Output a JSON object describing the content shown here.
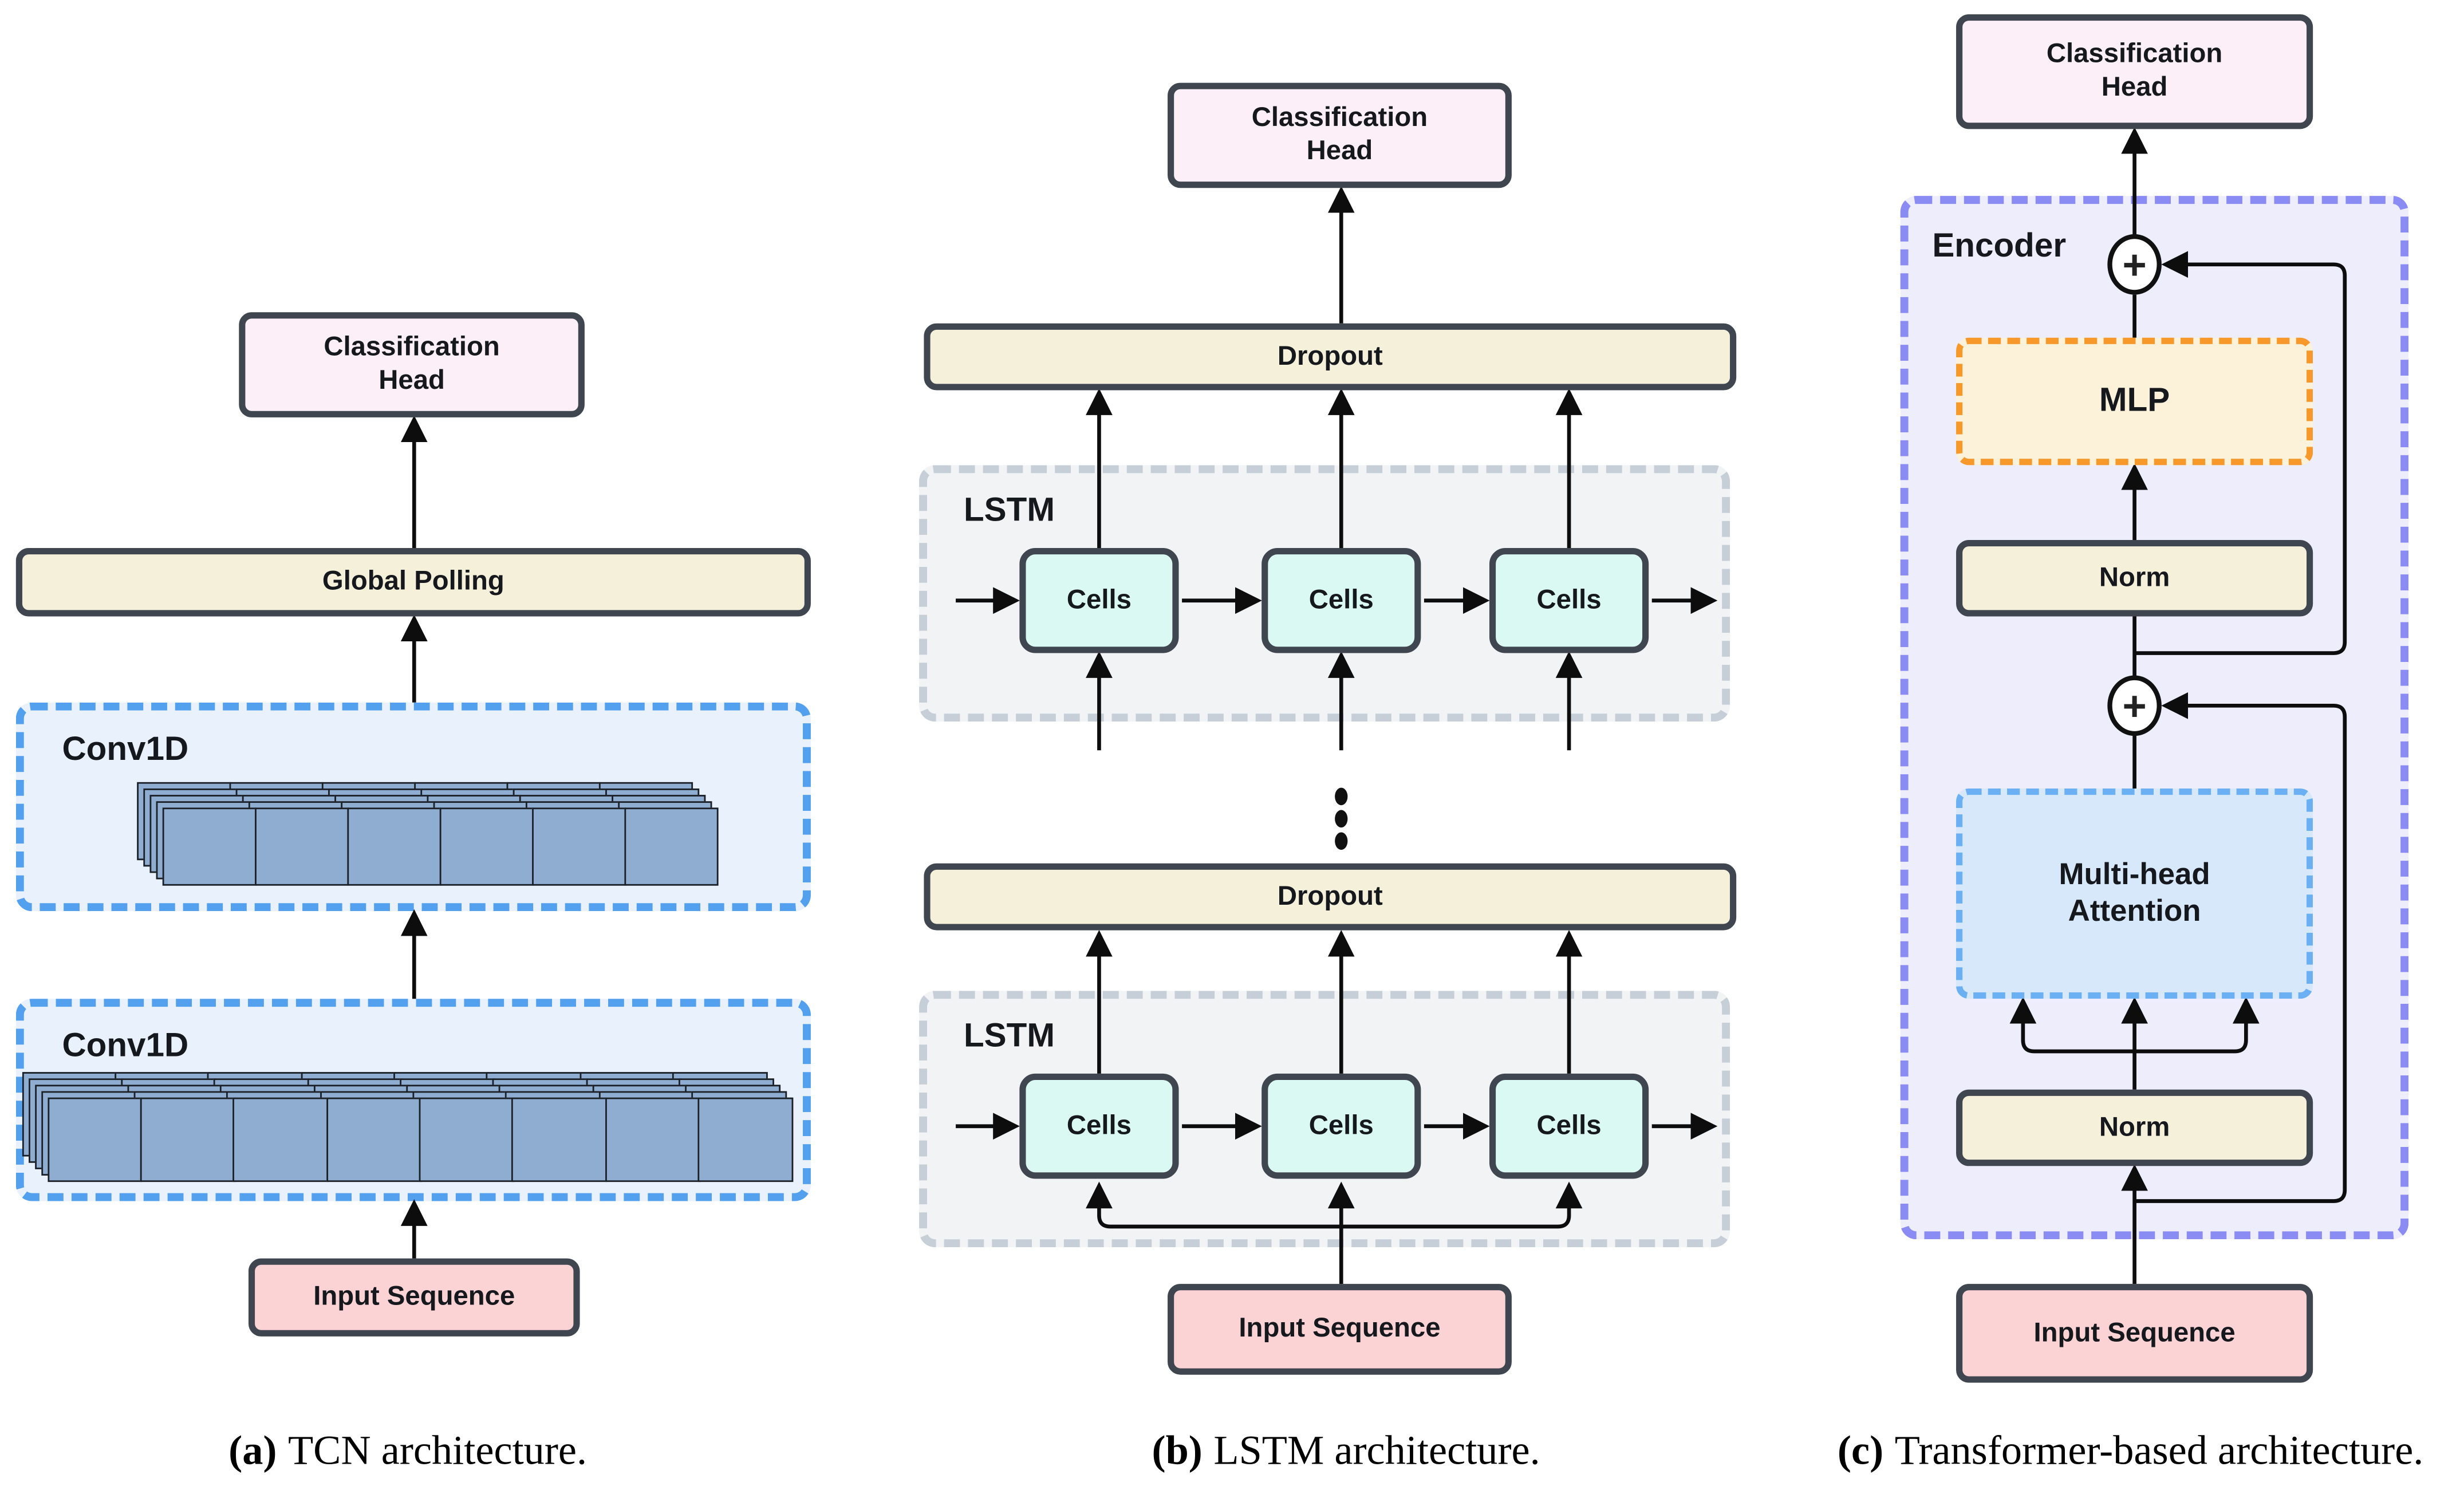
{
  "colors": {
    "outline": "#3f4650",
    "classification_fill": "#fceff8",
    "pooling_fill": "#f5f0da",
    "input_fill": "#fbd3d5",
    "conv_border": "#53a0ee",
    "conv_fill": "#e9f1fc",
    "feature_fill": "#8fadd0",
    "lstm_border": "#c6cfd8",
    "lstm_fill": "#f2f3f5",
    "cells_fill": "#daf9f3",
    "encoder_border": "#8b8bf4",
    "encoder_fill": "#ededfc",
    "mlp_border": "#f6992a",
    "mlp_fill": "#fcf2da",
    "attention_border": "#6cb0f4",
    "attention_fill": "#d6e8fa"
  },
  "panel_a": {
    "classification_head": "Classification Head",
    "global_pooling": "Global Polling",
    "conv_top_label": "Conv1D",
    "conv_bottom_label": "Conv1D",
    "input": "Input Sequence",
    "stack_top": {
      "columns": 6,
      "layers": 5
    },
    "stack_bottom": {
      "columns": 8,
      "layers": 5
    },
    "caption_label": "(a)",
    "caption_text": "TCN architecture."
  },
  "panel_b": {
    "classification_head": "Classification Head",
    "dropout_top": "Dropout",
    "dropout_bottom": "Dropout",
    "lstm_top_label": "LSTM",
    "lstm_bottom_label": "LSTM",
    "cells_label": "Cells",
    "input": "Input Sequence",
    "caption_label": "(b)",
    "caption_text": "LSTM architecture."
  },
  "panel_c": {
    "classification_head": "Classification Head",
    "encoder_label": "Encoder",
    "mlp": "MLP",
    "norm_top": "Norm",
    "norm_bottom": "Norm",
    "attention": "Multi-head Attention",
    "input": "Input Sequence",
    "add_symbol": "+",
    "caption_label": "(c)",
    "caption_text": "Transformer-based architecture."
  }
}
